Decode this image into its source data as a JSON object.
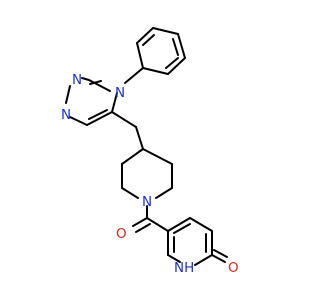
{
  "molecule": {
    "atom_labels": {
      "triazole_n1": "N",
      "triazole_n2": "N",
      "triazole_n4": "N",
      "piperidine_n": "N",
      "carbonyl_o": "O",
      "pyridone_nh": "NH",
      "pyridone_o": "O"
    },
    "colors": {
      "bond": "#000000",
      "nitrogen": "#1f2fd6",
      "oxygen": "#e8231b"
    }
  }
}
